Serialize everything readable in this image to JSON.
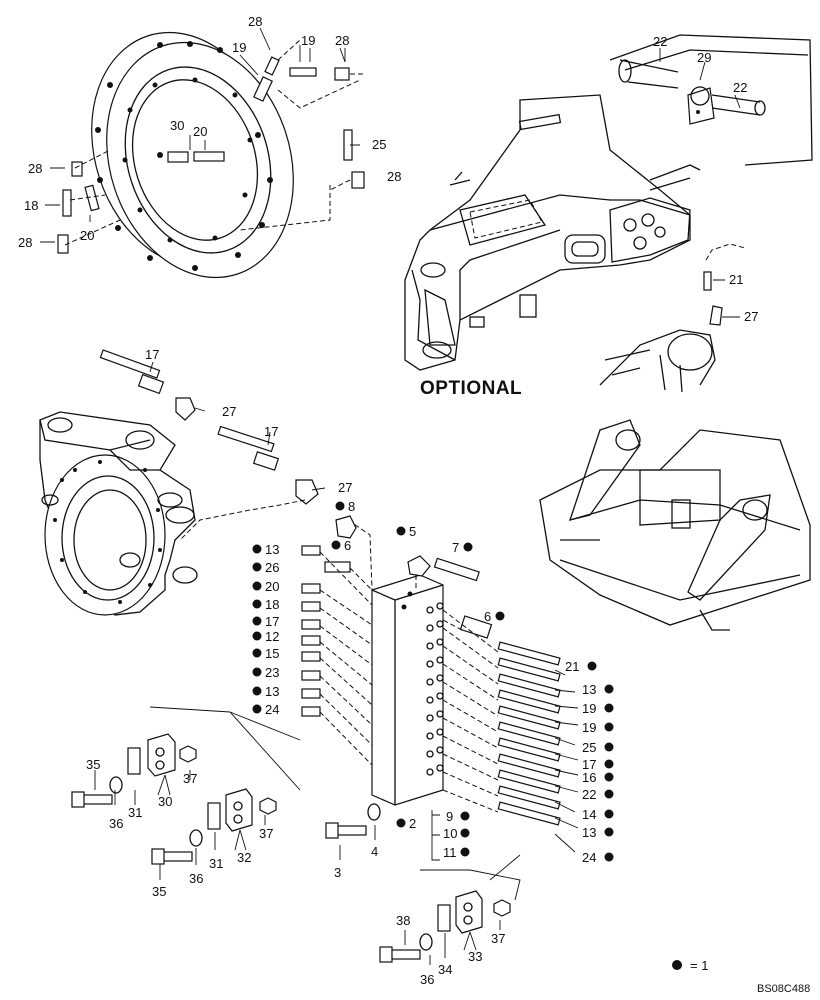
{
  "optional_label": "OPTIONAL",
  "legend": {
    "text": "= 1"
  },
  "drawing_code": "BS08C488",
  "labels": {
    "l28a": "28",
    "l19a": "19",
    "l19b": "19",
    "l28b": "28",
    "l25": "25",
    "l28c": "28",
    "l30": "30",
    "l20a": "20",
    "l28d": "28",
    "l18": "18",
    "l20b": "20",
    "l28e": "28",
    "l22a": "22",
    "l29": "29",
    "l22b": "22",
    "l21top": "21",
    "l27top": "27",
    "l17a": "17",
    "l27a": "27",
    "l17b": "17",
    "l27b": "27",
    "l8": "8",
    "l6a": "6",
    "l5": "5",
    "l7": "7",
    "l6b": "6",
    "left13a": "13",
    "left26": "26",
    "left20": "20",
    "left18": "18",
    "left17": "17",
    "left12": "12",
    "left15": "15",
    "left23": "23",
    "left13b": "13",
    "left24": "24",
    "r21": "21",
    "r13a": "13",
    "r19a": "19",
    "r19b": "19",
    "r25": "25",
    "r17": "17",
    "r16": "16",
    "r22": "22",
    "r14": "14",
    "r13b": "13",
    "r24": "24",
    "l9": "9",
    "l10": "10",
    "l11": "11",
    "l2": "2",
    "l3": "3",
    "l4": "4",
    "l35a": "35",
    "l36a": "36",
    "l31a": "31",
    "l30b": "30",
    "l37a": "37",
    "l31b": "31",
    "l32": "32",
    "l37b": "37",
    "l35b": "35",
    "l36b": "36",
    "l38": "38",
    "l36c": "36",
    "l34": "34",
    "l33": "33",
    "l37c": "37"
  }
}
